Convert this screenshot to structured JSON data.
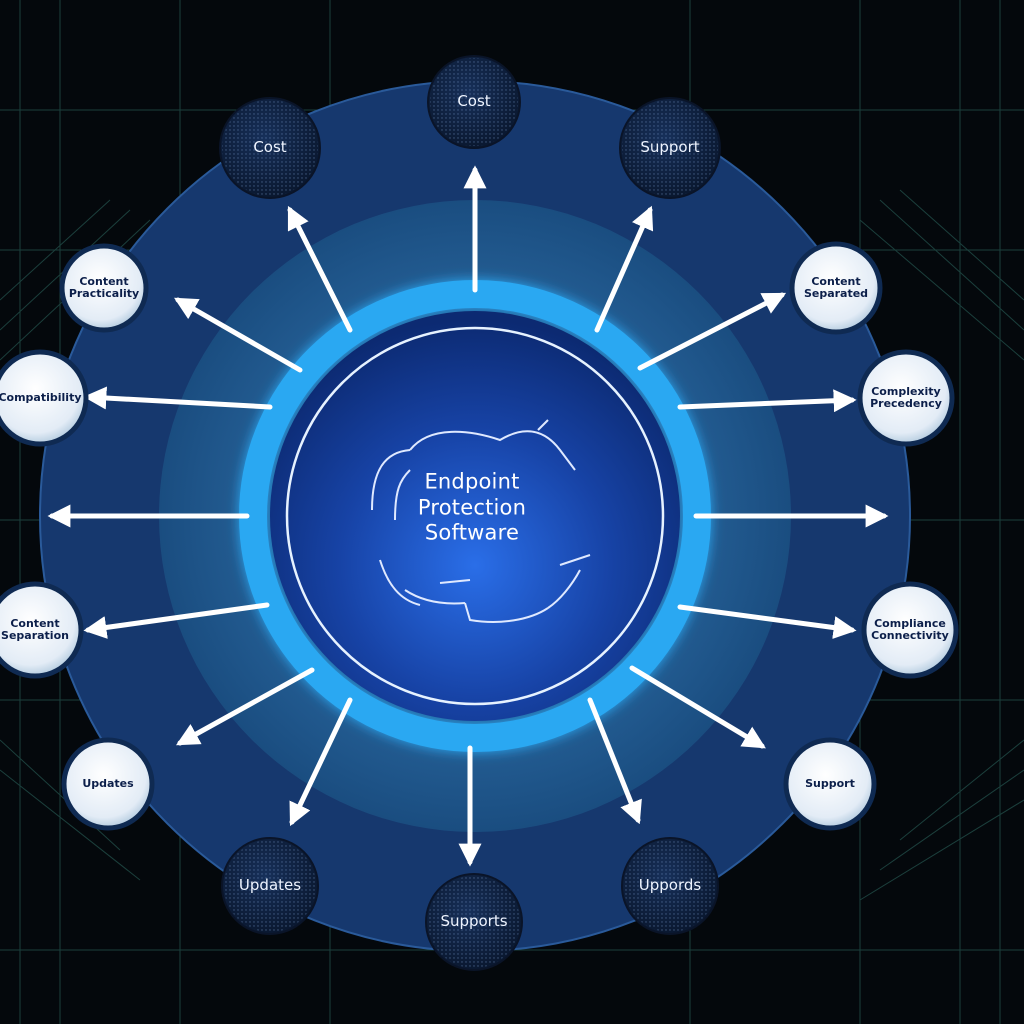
{
  "center": {
    "title": "Endpoint\nProtection\nSoftware"
  },
  "nodes": {
    "top": "Cost",
    "upper_left": "Cost",
    "upper_right": "Support",
    "left_upper": "Content\nPracticality",
    "left_mid": "Compatibility",
    "left_lower": "Content\nSeparation",
    "bottom_left": "Updates",
    "lower_left": "Updates",
    "bottom": "Supports",
    "lower_right": "Uppords",
    "right_upper": "Content\nSeparated",
    "right_mid": "Complexity\nPrecedency",
    "right_lower": "Compliance\nConnectivity",
    "right_bottom": "Support"
  },
  "colors": {
    "background": "#04080c",
    "outer_ring": "#16386e",
    "middle_ring": "#1e5288",
    "glow_ring": "#2aa8f2",
    "core": "#0f3a9a",
    "node_dark": "#0f2140",
    "node_light": "#e6eef8",
    "arrow": "#ffffff",
    "circuit": "#2f6d64"
  }
}
